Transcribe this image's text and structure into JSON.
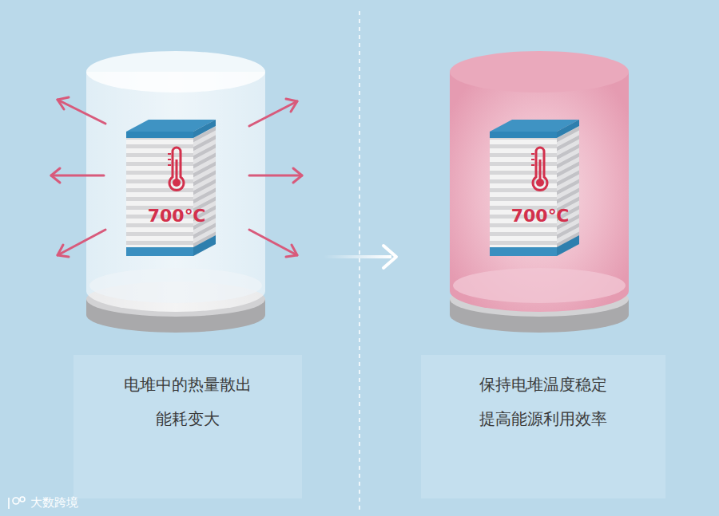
{
  "diagram": {
    "nodes": [
      {
        "text": [
          "700℃"
        ]
      },
      {
        "text": [
          "电堆中的热量散出",
          "能耗变大"
        ]
      },
      {
        "text": [
          "700℃"
        ]
      },
      {
        "text": [
          "保持电堆温度稳定",
          "提高能源利用效率"
        ]
      }
    ],
    "labels": [
      "大数跨境"
    ]
  }
}
